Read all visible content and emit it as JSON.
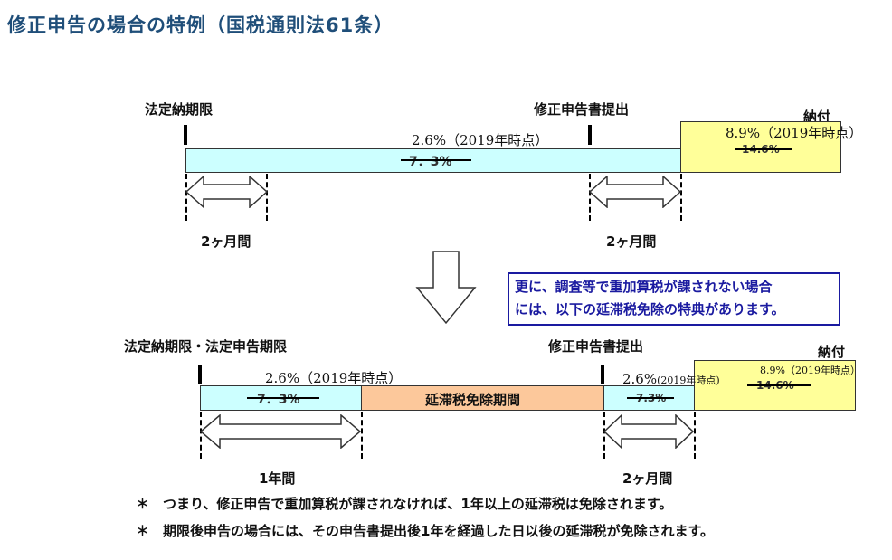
{
  "title": "修正申告の場合の特例（国税通則法61条）",
  "top": {
    "deadline_label": "法定納期限",
    "filing_label": "修正申告書提出",
    "payment_label": "納付",
    "rate_new": "2.6%（2019年時点）",
    "rate_old": "7．3%",
    "pay_rate_new": "8.9%（2019年時点）",
    "pay_rate_old": "14.6%",
    "period1": "2ヶ月間",
    "period2": "2ヶ月間"
  },
  "callout": {
    "line1": "更に、調査等で重加算税が課されない場合",
    "line2": "には、以下の延滞税免除の特典があります。"
  },
  "bottom": {
    "deadline_label": "法定納期限・法定申告期限",
    "filing_label": "修正申告書提出",
    "payment_label": "納付",
    "rate_new": "2.6%（2019年時点）",
    "rate_old": "7．3%",
    "exempt_label": "延滞税免除期間",
    "rate2_new": "2.6%",
    "rate2_note": "(2019年時点)",
    "rate2_old": "7.3%",
    "pay_rate_new": "8.9%（2019年時点）",
    "pay_rate_old": "14.6%",
    "period1": "1年間",
    "period2": "2ヶ月間"
  },
  "notes": [
    "＊　つまり、修正申告で重加算税が課されなければ、1年以上の延滞税は免除されます。",
    "＊　期限後申告の場合には、その申告書提出後1年を経過した日以後の延滞税が免除されます。"
  ],
  "colors": {
    "title": "#1f4e79",
    "cyan_fill": "#ccffff",
    "yellow_fill": "#ffff99",
    "orange_fill": "#fcc89b",
    "callout_text": "#1a1aa0"
  }
}
